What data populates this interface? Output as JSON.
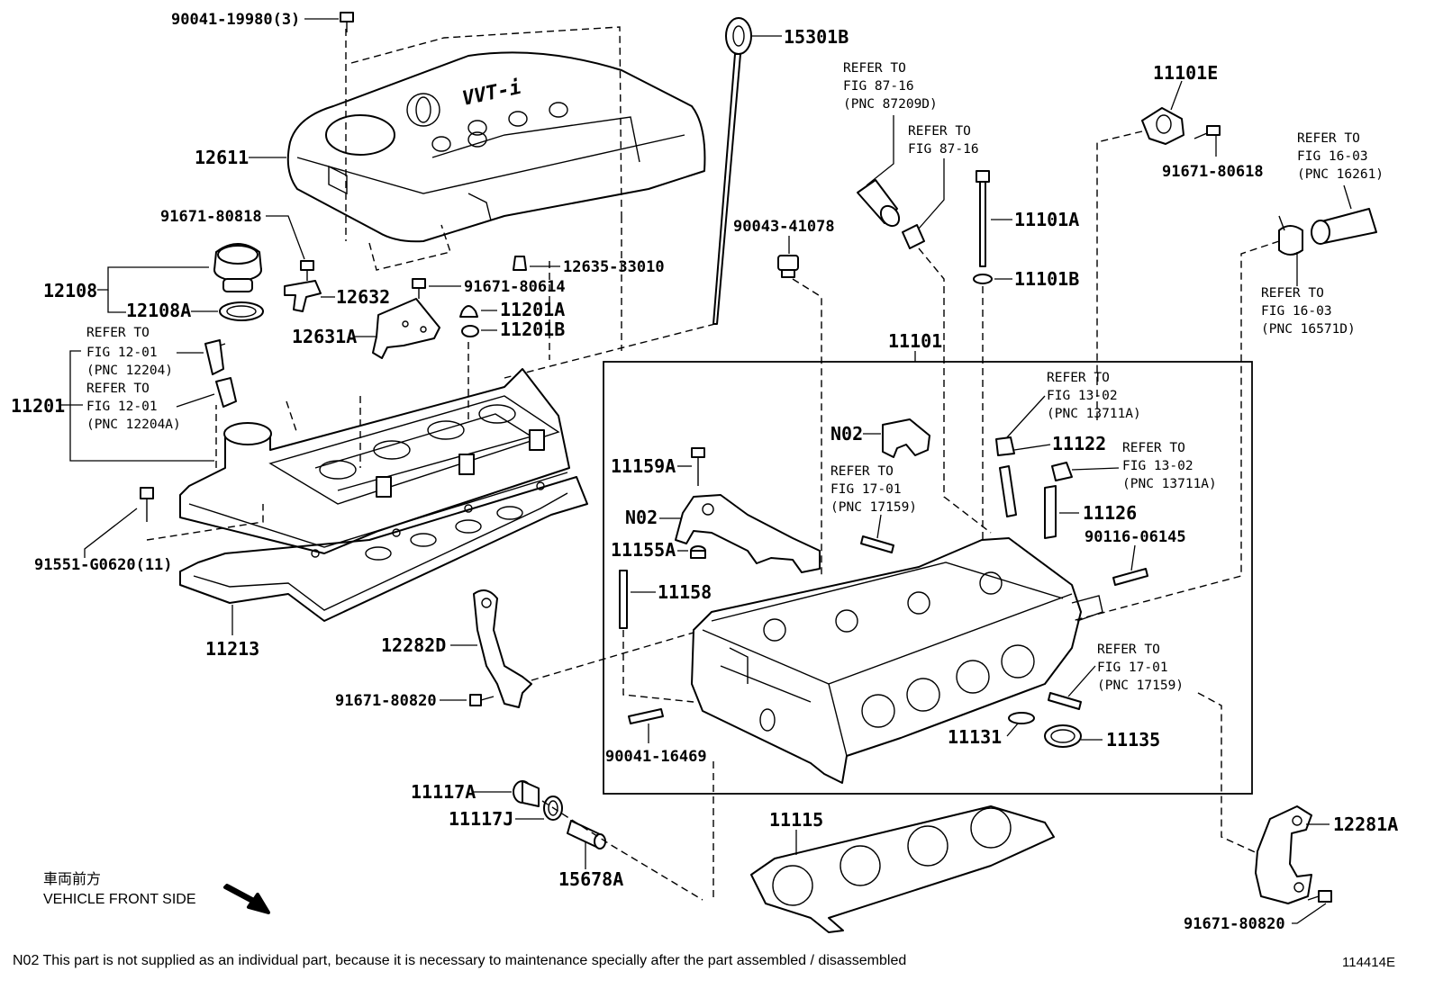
{
  "labels": {
    "p90041_19980": "90041-19980(3)",
    "p15301B": "15301B",
    "p12611": "12611",
    "p91671_80818": "91671-80818",
    "p12635_33010": "12635-33010",
    "p12108": "12108",
    "p12108A": "12108A",
    "p12632": "12632",
    "p91671_80614": "91671-80614",
    "p11201A": "11201A",
    "p12631A": "12631A",
    "p11201B": "11201B",
    "p11201": "11201",
    "p91551_G0620": "91551-G0620(11)",
    "p11213": "11213",
    "p12282D": "12282D",
    "p91671_80820a": "91671-80820",
    "p90041_16469": "90041-16469",
    "p11117A": "11117A",
    "p11117J": "11117J",
    "p15678A": "15678A",
    "p90043_41078": "90043-41078",
    "p11101": "11101",
    "pN02a": "N02",
    "p11159A": "11159A",
    "pN02b": "N02",
    "p11155A": "11155A",
    "p11158": "11158",
    "p11115": "11115",
    "p11101E": "11101E",
    "p91671_80618": "91671-80618",
    "p11101A": "11101A",
    "p11101B": "11101B",
    "p11122": "11122",
    "p11126": "11126",
    "p90116_06145": "90116-06145",
    "p11131": "11131",
    "p11135": "11135",
    "p12281A": "12281A",
    "p91671_80820b": "91671-80820"
  },
  "refs": {
    "r_12204": [
      "REFER TO",
      "FIG 12-01",
      "(PNC 12204)"
    ],
    "r_12204A": [
      "REFER TO",
      "FIG 12-01",
      "(PNC 12204A)"
    ],
    "r_87209D": [
      "REFER TO",
      "FIG 87-16",
      "(PNC 87209D)"
    ],
    "r_87_16": [
      "REFER TO",
      "FIG 87-16"
    ],
    "r_16261": [
      "REFER TO",
      "FIG 16-03",
      "(PNC 16261)"
    ],
    "r_16571D": [
      "REFER TO",
      "FIG 16-03",
      "(PNC 16571D)"
    ],
    "r_13711A_a": [
      "REFER TO",
      "FIG 13-02",
      "(PNC 13711A)"
    ],
    "r_13711A_b": [
      "REFER TO",
      "FIG 13-02",
      "(PNC 13711A)"
    ],
    "r_17159_a": [
      "REFER TO",
      "FIG 17-01",
      "(PNC 17159)"
    ],
    "r_17159_b": [
      "REFER TO",
      "FIG 17-01",
      "(PNC 17159)"
    ]
  },
  "cover_logo": "VVT-i",
  "direction": {
    "japanese": "車両前方",
    "english": "VEHICLE FRONT SIDE"
  },
  "footnote": "N02  This part is not supplied as an individual part, because it is necessary to maintenance specially after the part assembled / disassembled",
  "figure_id": "114414E"
}
